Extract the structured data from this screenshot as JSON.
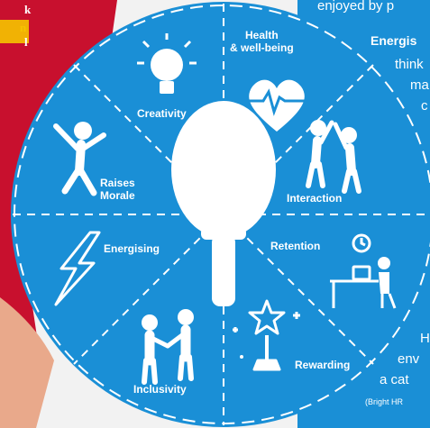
{
  "segments": {
    "health": "Health",
    "wellbeing": "& well-being",
    "creativity": "Creativity",
    "interaction": "Interaction",
    "raises": "Raises",
    "morale": "Morale",
    "energising": "Energising",
    "retention": "Retention",
    "inclusivity": "Inclusivity",
    "rewarding": "Rewarding"
  },
  "right_text": {
    "line1": "enjoyed by p",
    "line2": "Energis",
    "line3": "think",
    "line4": "ma",
    "line5": "c",
    "line6": "H",
    "line7": "env",
    "line8": "a cat",
    "line9": "(Bright HR"
  },
  "left_text": {
    "line1": "k",
    "line2": "n",
    "line3": "l"
  },
  "colors": {
    "circle": "#1a8fd6",
    "circle_edge": "#2fa6e8",
    "red": "#c8102e",
    "yellow": "#f5c400",
    "white": "#ffffff"
  },
  "icons": [
    "lightbulb-icon",
    "heart-rate-icon",
    "jumping-person-icon",
    "high-five-icon",
    "lightning-icon",
    "desk-clock-icon",
    "handshake-icon",
    "trophy-star-icon",
    "ping-pong-paddle-icon"
  ]
}
